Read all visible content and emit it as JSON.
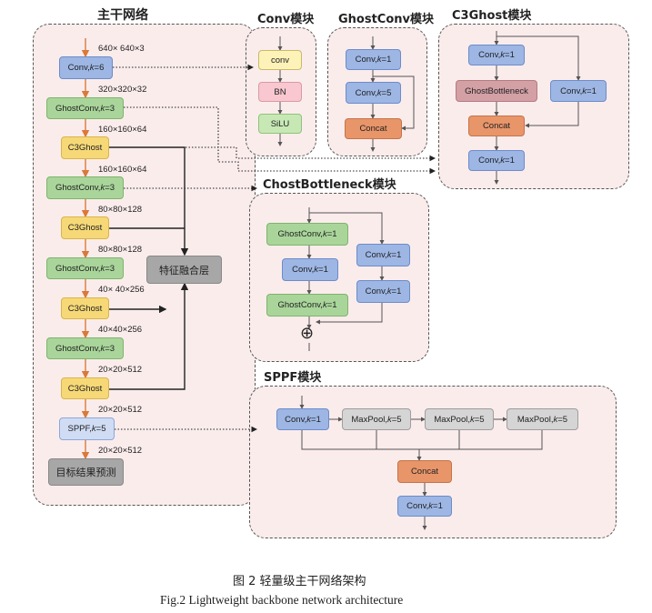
{
  "titles": {
    "backbone": "主干网络",
    "conv": "Conv模块",
    "ghostconv": "GhostConv模块",
    "c3ghost": "C3Ghost模块",
    "ghostbottleneck": "ChostBottleneck模块",
    "sppf": "SPPF模块"
  },
  "backbone": {
    "dims": [
      "640× 640×3",
      "320×320×32",
      "160×160×64",
      "160×160×64",
      "80×80×128",
      "80×80×128",
      "40× 40×256",
      "40×40×256",
      "20×20×512",
      "20×20×512",
      "20×20×512"
    ],
    "blocks": {
      "conv": "Conv, k=6",
      "ghostconv1": "GhostConv, k=3",
      "c3ghost1": "C3Ghost",
      "ghostconv2": "GhostConv, k=3",
      "c3ghost2": "C3Ghost",
      "ghostconv3": "GhostConv, k=3",
      "c3ghost3": "C3Ghost",
      "ghostconv4": "GhostConv, k=3",
      "c3ghost4": "C3Ghost",
      "sppf": "SPPF, k=5",
      "detect": "目标结果预测",
      "fusion": "特征融合层"
    }
  },
  "conv_module": {
    "conv": "conv",
    "bn": "BN",
    "silu": "SiLU"
  },
  "ghostconv_module": {
    "conv1": "Conv, k=1",
    "conv2": "Conv, k=5",
    "concat": "Concat"
  },
  "c3ghost_module": {
    "conv1": "Conv, k=1",
    "bottleneck": "GhostBottleneck",
    "conv_side": "Conv, k=1",
    "concat": "Concat",
    "conv_out": "Conv, k=1"
  },
  "ghostbottleneck_module": {
    "ghost1": "GhostConv, k=1",
    "conv": "Conv, k=1",
    "ghost2": "GhostConv, k=1",
    "side1": "Conv, k=1",
    "side2": "Conv, k=1",
    "add": "⊕"
  },
  "sppf_module": {
    "conv_in": "Conv, k=1",
    "mp1": "MaxPool, k=5",
    "mp2": "MaxPool, k=5",
    "mp3": "MaxPool, k=5",
    "concat": "Concat",
    "conv_out": "Conv, k=1"
  },
  "caption": {
    "cn": "图 2 轻量级主干网络架构",
    "en": "Fig.2  Lightweight backbone network architecture"
  },
  "colors": {
    "arrow_backbone": "#d9793a",
    "panel_bg": "#fbecec",
    "conv": "#9db6e4",
    "ghost": "#a9d59a",
    "c3ghost": "#f6d877",
    "concat": "#e8956a"
  }
}
